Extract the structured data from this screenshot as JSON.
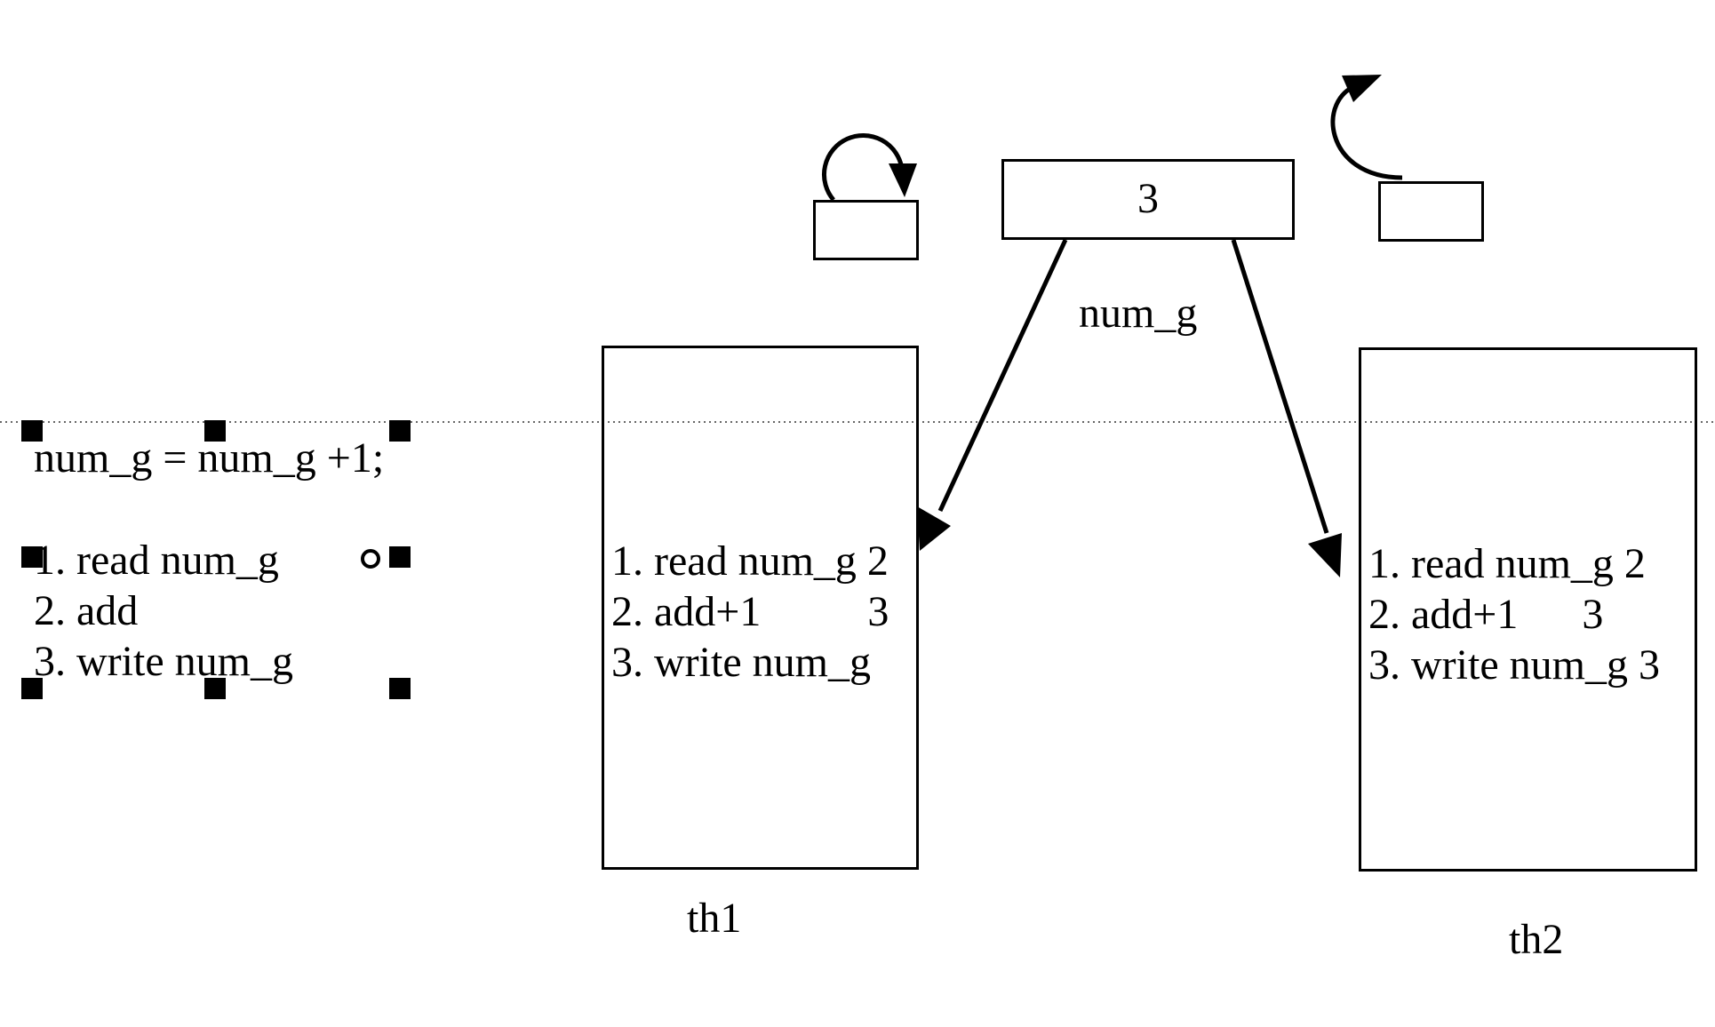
{
  "statement": {
    "line": "num_g = num_g +1;",
    "steps": [
      "1. read num_g",
      "2. add",
      "3. write num_g"
    ]
  },
  "shared_var": {
    "value": "3",
    "name": "num_g"
  },
  "threads": [
    {
      "label": "th1",
      "steps": [
        "1. read num_g 2",
        "2. add+1          3",
        "3. write num_g"
      ]
    },
    {
      "label": "th2",
      "steps": [
        "1. read num_g 2",
        "2. add+1      3",
        "3. write num_g 3"
      ]
    }
  ]
}
